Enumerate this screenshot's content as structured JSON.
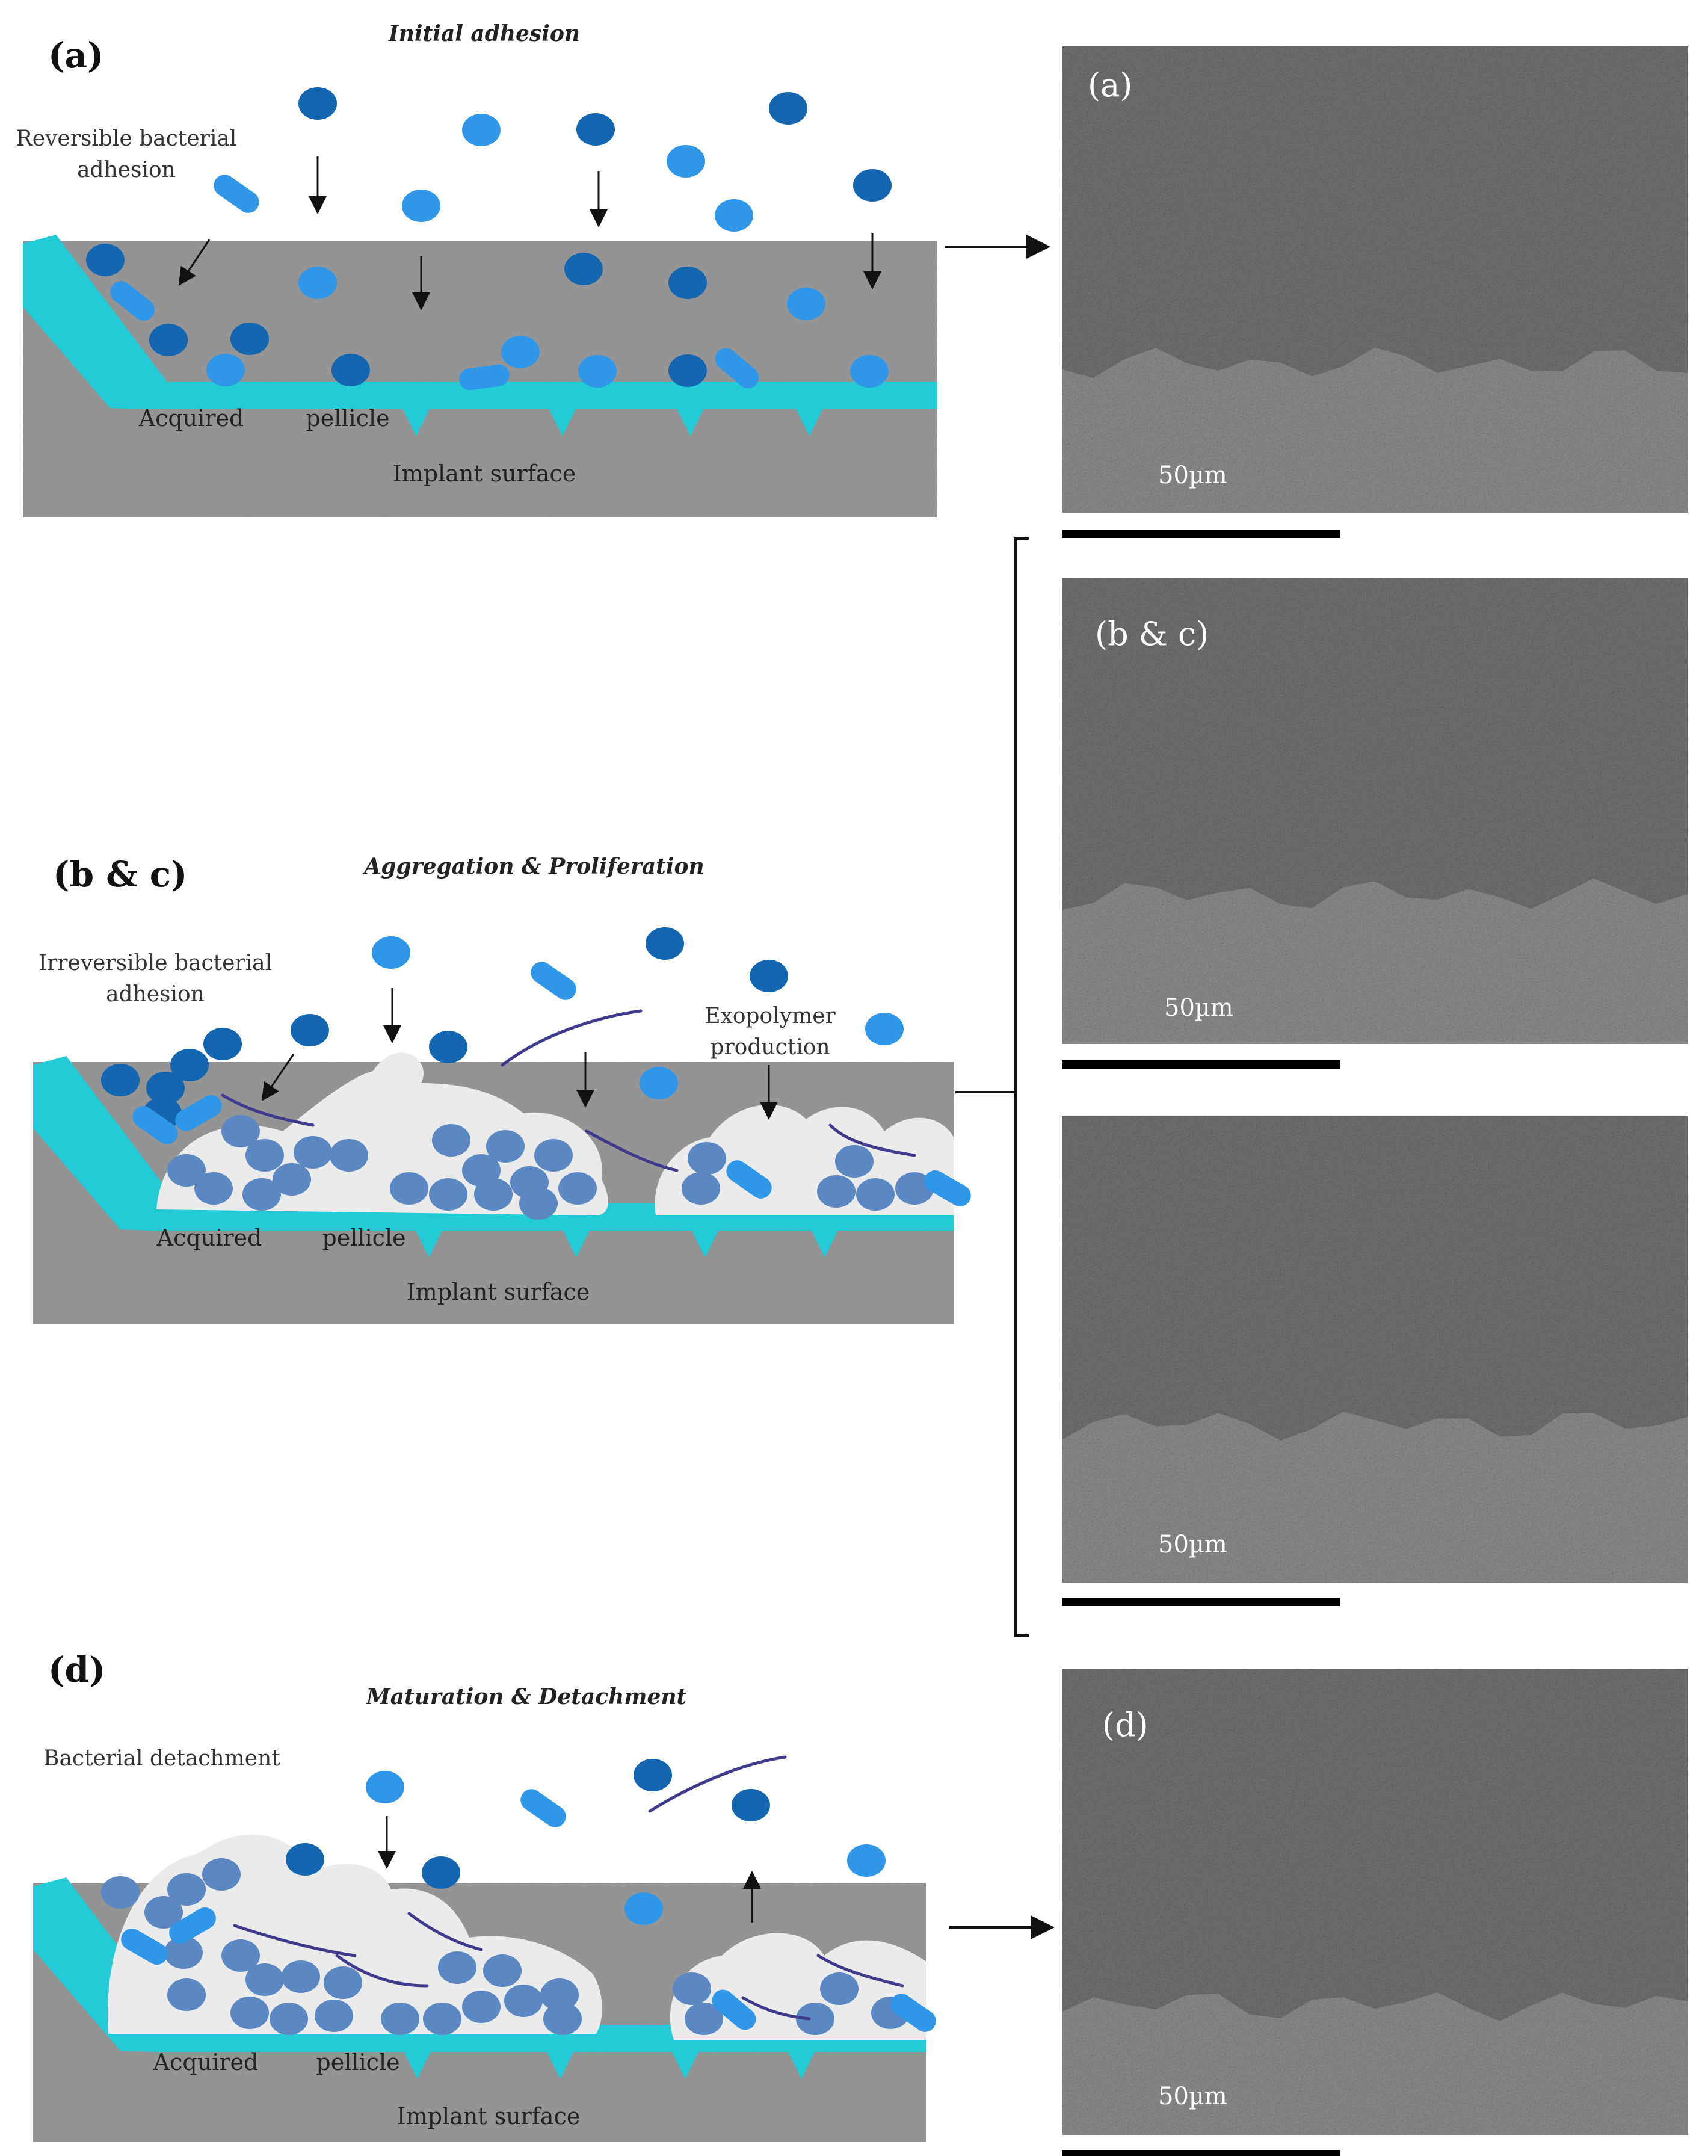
{
  "colors": {
    "pellicle": "#22cbd6",
    "implant": "#9a9a9a",
    "bacteria_dark": "#1466b0",
    "bacteria_light": "#2f96e8",
    "bacteria_biofilm": "#5b87c2",
    "matrix": "#ebebeb",
    "exopolymer": "#3f3b8c",
    "sem_background": "#6f6f6f",
    "sem_surface": "#8a8a8a"
  },
  "stages": [
    {
      "letter": "(a)",
      "title": "Initial adhesion",
      "note_lines": [
        "Reversible bacterial",
        "adhesion"
      ],
      "surface_labels": {
        "acquired": "Acquired",
        "pellicle": "pellicle",
        "implant": "Implant surface"
      }
    },
    {
      "letter": "(b & c)",
      "title": "Aggregation & Proliferation",
      "note_lines": [
        "Irreversible bacterial",
        "adhesion"
      ],
      "note2_lines": [
        "Exopolymer",
        "production"
      ],
      "surface_labels": {
        "acquired": "Acquired",
        "pellicle": "pellicle",
        "implant": "Implant surface"
      }
    },
    {
      "letter": "(d)",
      "title": "Maturation & Detachment",
      "note_lines": [
        "Bacterial detachment"
      ],
      "surface_labels": {
        "acquired": "Acquired",
        "pellicle": "pellicle",
        "implant": "Implant surface"
      }
    }
  ],
  "micrographs": [
    {
      "label": "(a)",
      "scale": "50µm"
    },
    {
      "label": "(b & c)",
      "scale": "50µm"
    },
    {
      "label": "",
      "scale": "50µm"
    },
    {
      "label": "(d)",
      "scale": "50µm"
    }
  ]
}
